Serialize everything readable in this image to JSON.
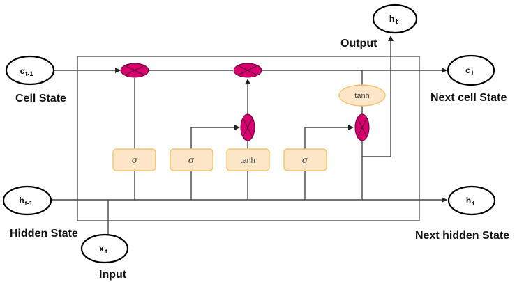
{
  "diagram": {
    "title": "LSTM cell",
    "nodes": {
      "c_prev": {
        "main": "c",
        "sub": "t-1"
      },
      "h_prev": {
        "main": "h",
        "sub": "t-1"
      },
      "x_t": {
        "main": "x",
        "sub": "t"
      },
      "h_out": {
        "main": "h",
        "sub": "t"
      },
      "c_next": {
        "main": "c",
        "sub": "t"
      },
      "h_next": {
        "main": "h",
        "sub": "t"
      }
    },
    "labels": {
      "cell_state": "Cell State",
      "hidden_state": "Hidden State",
      "input": "Input",
      "output": "Output",
      "next_cell_state": "Next cell State",
      "next_hidden_state": "Next hidden State"
    },
    "gates": [
      {
        "id": "forget",
        "label": "σ"
      },
      {
        "id": "input",
        "label": "σ"
      },
      {
        "id": "candidate",
        "label": "tanh"
      },
      {
        "id": "output",
        "label": "σ"
      }
    ],
    "cell_tanh": "tanh",
    "colors": {
      "gate_fill": "#fde5c8",
      "gate_border": "#f0c46a",
      "multiply": "#d6006e"
    }
  }
}
